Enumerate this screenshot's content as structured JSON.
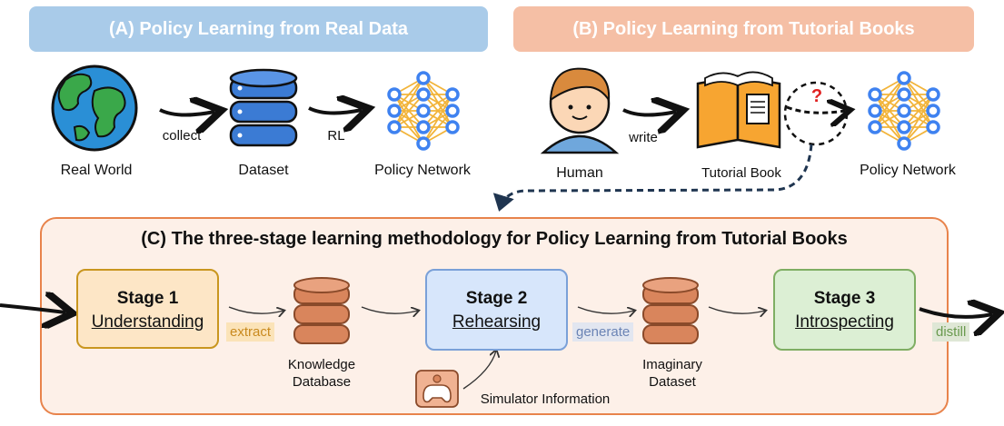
{
  "panel_a": {
    "title": "(A) Policy Learning from Real Data",
    "real_world": "Real World",
    "collect": "collect",
    "dataset": "Dataset",
    "rl": "RL",
    "policy_network": "Policy Network"
  },
  "panel_b": {
    "title": "(B) Policy Learning from Tutorial Books",
    "human": "Human",
    "write": "write",
    "tutorial_book": "Tutorial Book",
    "question_mark": "?",
    "policy_network": "Policy Network"
  },
  "panel_c": {
    "title_prefix": "(C) The three-stage learning methodology for ",
    "title_emphasis": "Policy Learning from Tutorial Books",
    "stage1": {
      "label": "Stage 1",
      "name": "Understanding"
    },
    "extract": "extract",
    "knowledge_db_line1": "Knowledge",
    "knowledge_db_line2": "Database",
    "stage2": {
      "label": "Stage 2",
      "name": "Rehearsing"
    },
    "simulator": "Simulator Information",
    "generate": "generate",
    "imaginary_line1": "Imaginary",
    "imaginary_line2": "Dataset",
    "stage3": {
      "label": "Stage 3",
      "name": "Introspecting"
    },
    "distill": "distill"
  },
  "colors": {
    "banner_a": "#a9cbe9",
    "banner_b": "#f5bfa5",
    "panel_c_bg": "#fdf0e8",
    "panel_c_border": "#e8834b",
    "stage1_fill": "#fde6c6",
    "stage1_border": "#c9961f",
    "stage2_fill": "#d7e6fb",
    "stage2_border": "#7aa0d8",
    "stage3_fill": "#dcefd4",
    "stage3_border": "#7fae63",
    "network_node": "#3f82f0",
    "network_edge": "#f2b43a"
  }
}
